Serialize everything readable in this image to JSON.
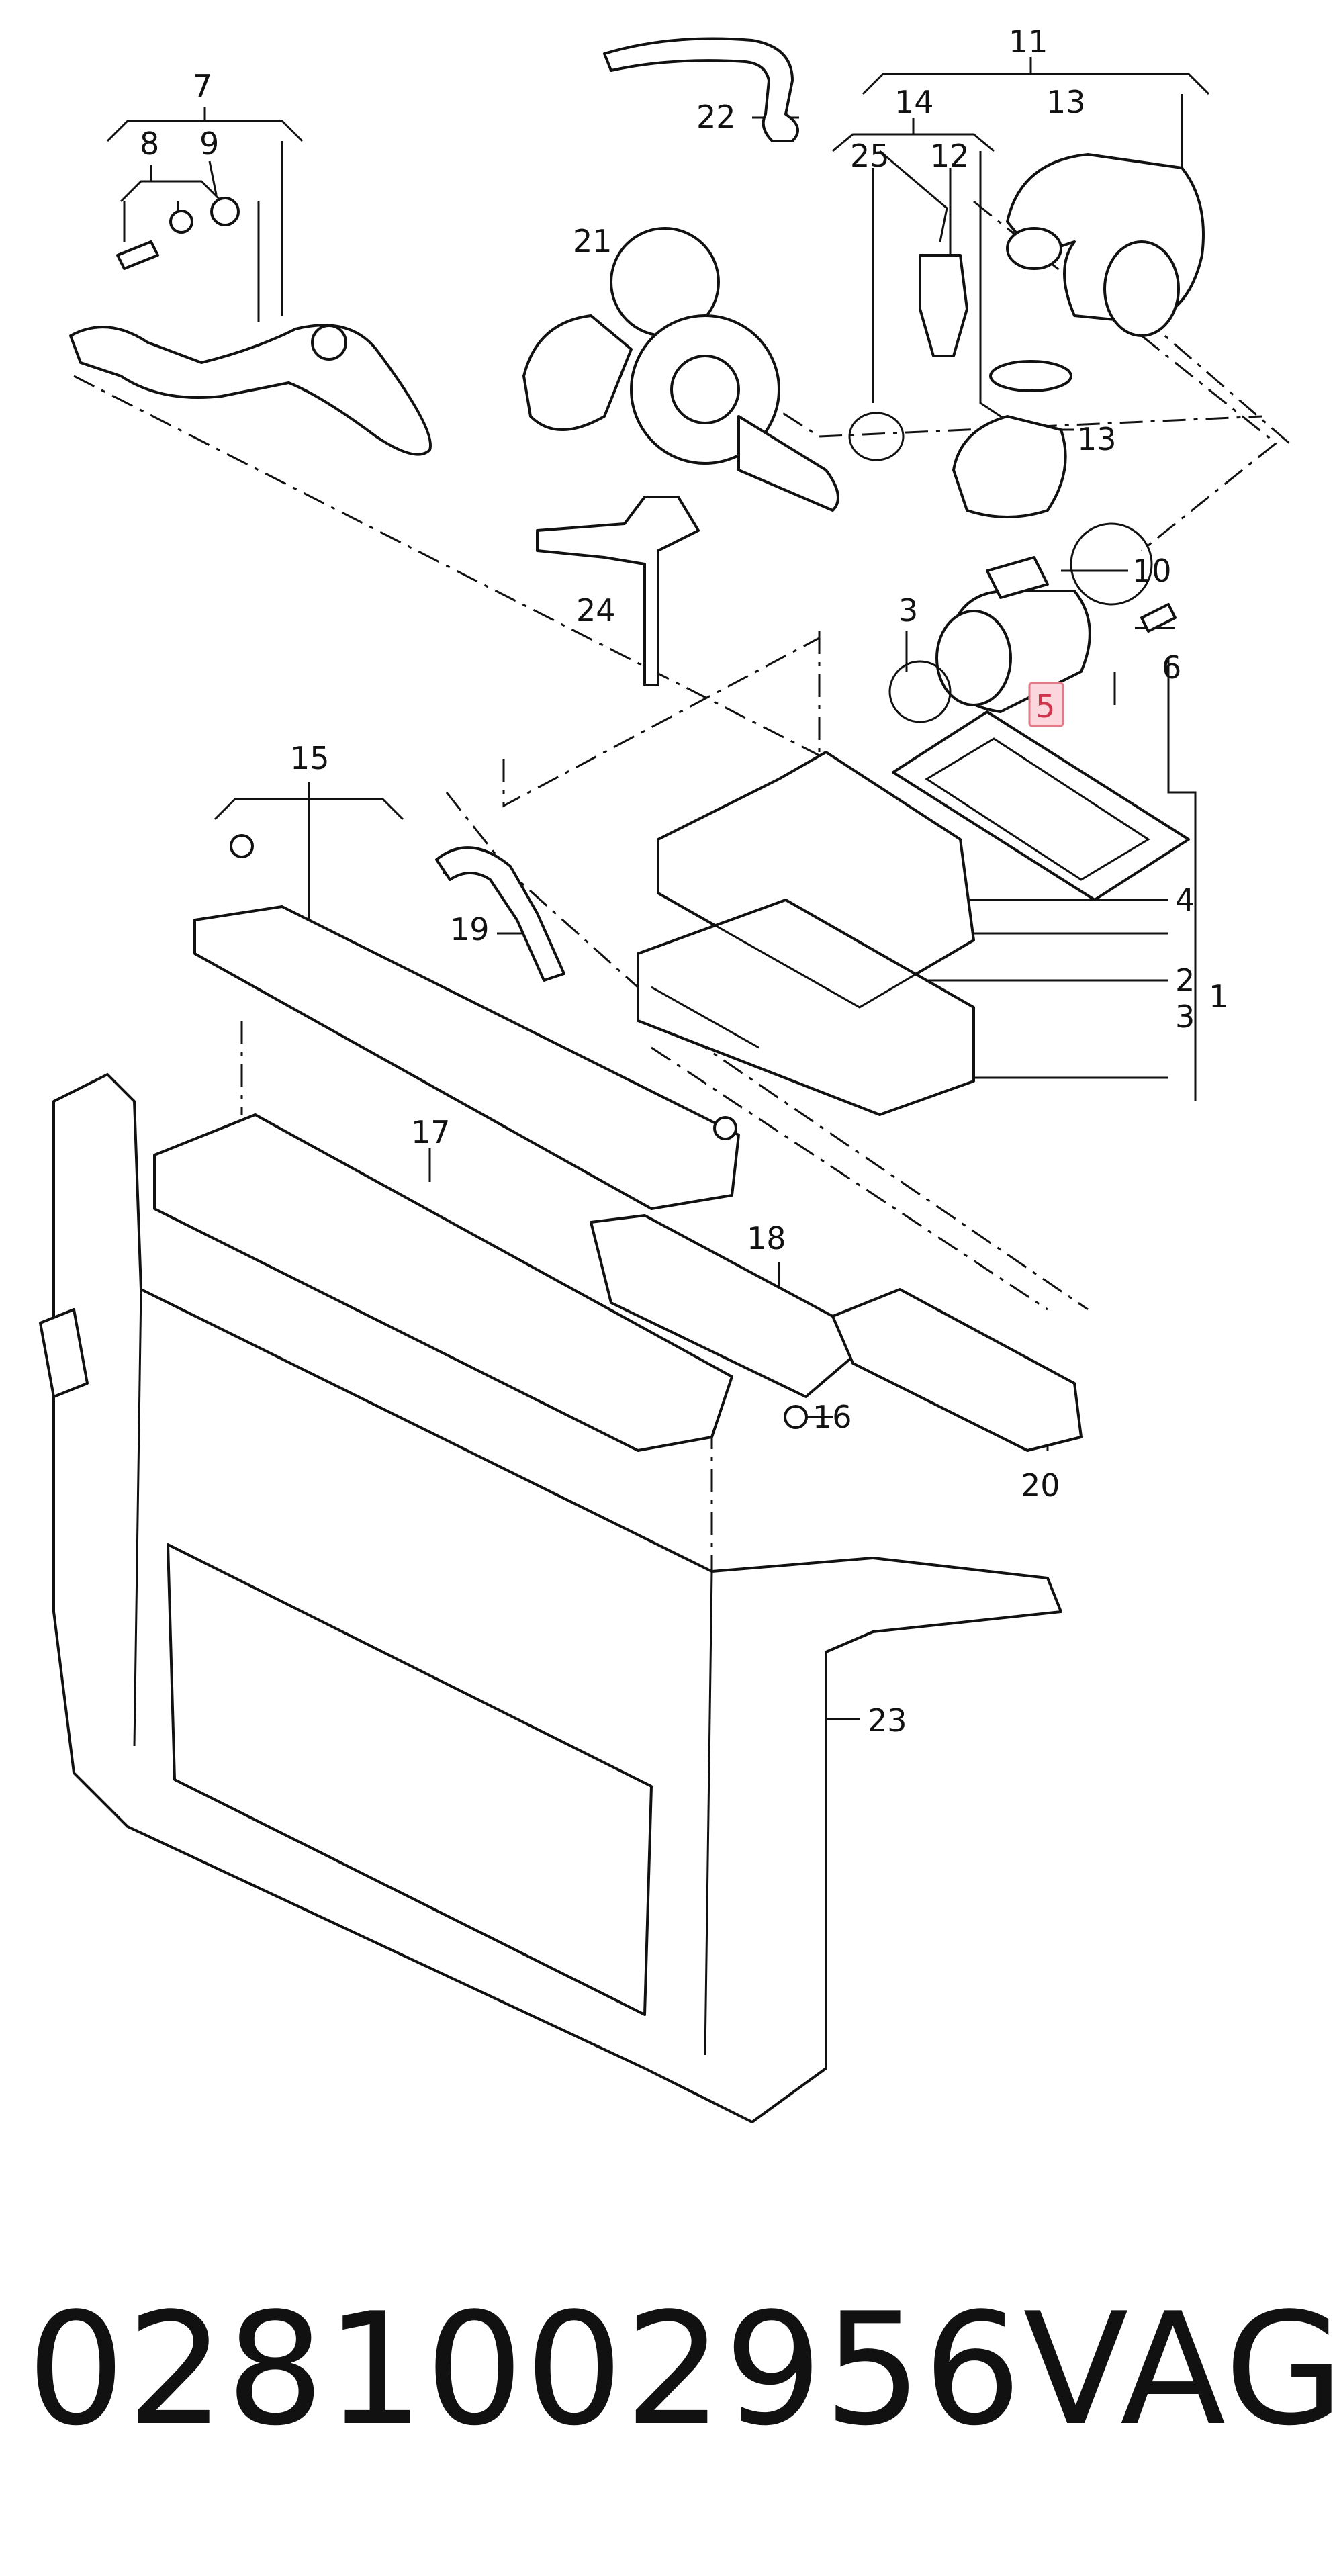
{
  "diagram": {
    "callouts": {
      "c7": "7",
      "c8": "8",
      "c9": "9",
      "c11": "11",
      "c13a": "13",
      "c14": "14",
      "c22": "22",
      "c25": "25",
      "c12": "12",
      "c21": "21",
      "c13b": "13",
      "c10": "10",
      "c24": "24",
      "c3a": "3",
      "c5": "5",
      "c6": "6",
      "c15": "15",
      "c4": "4",
      "c2": "2",
      "c1": "1",
      "c3b": "3",
      "c19": "19",
      "c17": "17",
      "c18": "18",
      "c16": "16",
      "c20": "20",
      "c23": "23"
    },
    "highlighted_callout": "c5",
    "highlight_color": "#fbd6dc"
  },
  "footer": {
    "part_number": "0281002956",
    "brand": "VAG"
  }
}
